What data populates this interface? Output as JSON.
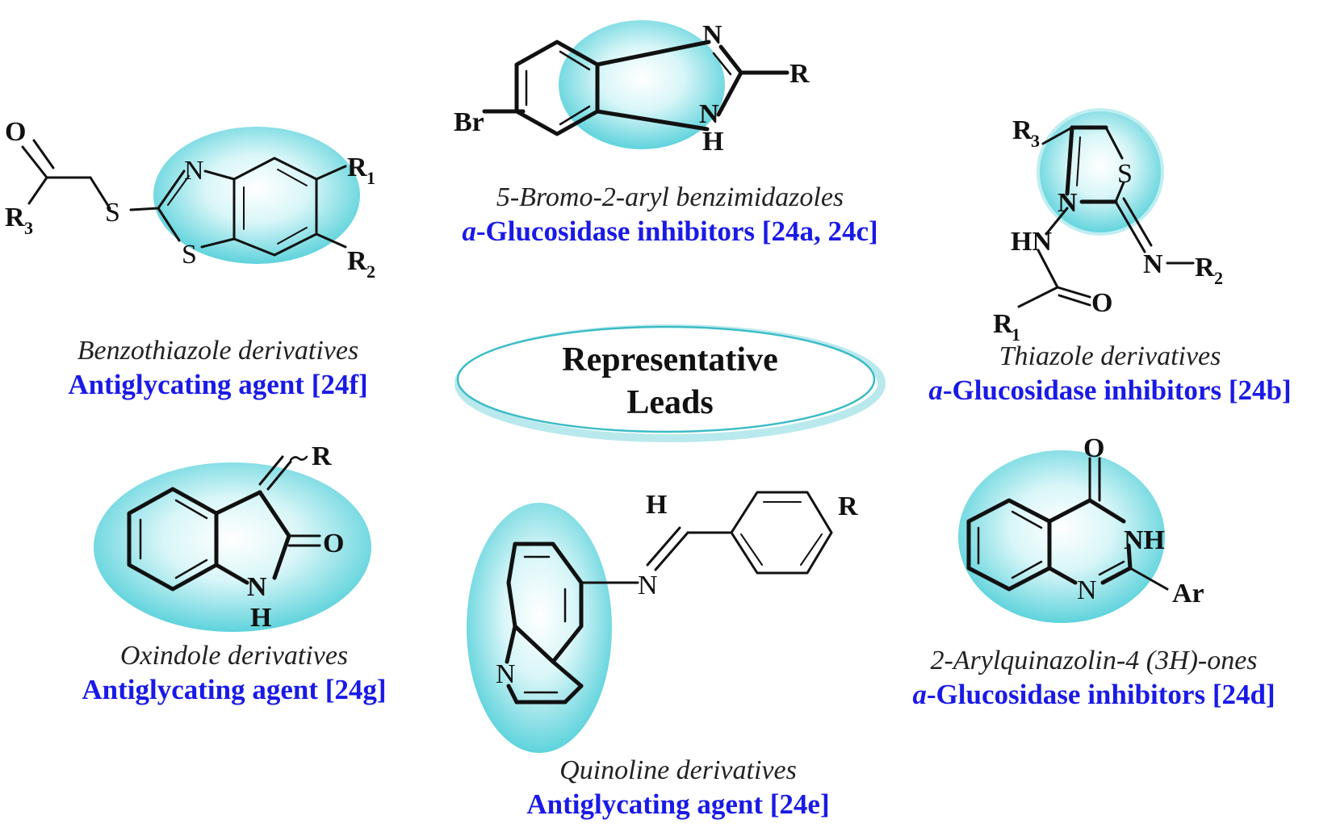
{
  "center_label": {
    "line1": "Representative",
    "line2": "Leads"
  },
  "leads": {
    "benzimidazole": {
      "name": "5-Bromo-2-aryl benzimidazoles",
      "activity_prefix": "a",
      "activity_rest": "-Glucosidase inhibitors [24a, 24c]",
      "atoms": {
        "n1": "N",
        "n2": "N",
        "h": "H",
        "r": "R",
        "br": "Br"
      }
    },
    "benzothiazole": {
      "name": "Benzothiazole derivatives",
      "activity": "Antiglycating agent [24f]",
      "atoms": {
        "o": "O",
        "r3": "R",
        "r3_sub": "3",
        "s1": "S",
        "n": "N",
        "s2": "S",
        "r1": "R",
        "r1_sub": "1",
        "r2": "R",
        "r2_sub": "2"
      }
    },
    "thiazole": {
      "name": "Thiazole derivatives",
      "activity_prefix": "a",
      "activity_rest": "-Glucosidase inhibitors [24b]",
      "atoms": {
        "r3": "R",
        "r3_sub": "3",
        "s": "S",
        "n": "N",
        "hn": "HN",
        "n2": "N",
        "r2": "R",
        "r2_sub": "2",
        "o": "O",
        "r1": "R",
        "r1_sub": "1"
      }
    },
    "oxindole": {
      "name": "Oxindole derivatives",
      "activity": "Antiglycating agent [24g]",
      "atoms": {
        "r": "R",
        "o": "O",
        "n": "N",
        "h": "H"
      }
    },
    "quinoline": {
      "name": "Quinoline derivatives",
      "activity": "Antiglycating agent [24e]",
      "atoms": {
        "h": "H",
        "n_imine": "N",
        "r": "R",
        "n_ring": "N"
      }
    },
    "quinazolinone": {
      "name": "2-Arylquinazolin-4 (3H)-ones",
      "activity_prefix": "a",
      "activity_rest": "-Glucosidase inhibitors [24d]",
      "atoms": {
        "o": "O",
        "nh": "NH",
        "n": "N",
        "ar": "Ar"
      }
    }
  },
  "colors": {
    "highlight": "#5fd3dc",
    "activity_text": "#1a1ae6",
    "bonds": "#111111"
  }
}
